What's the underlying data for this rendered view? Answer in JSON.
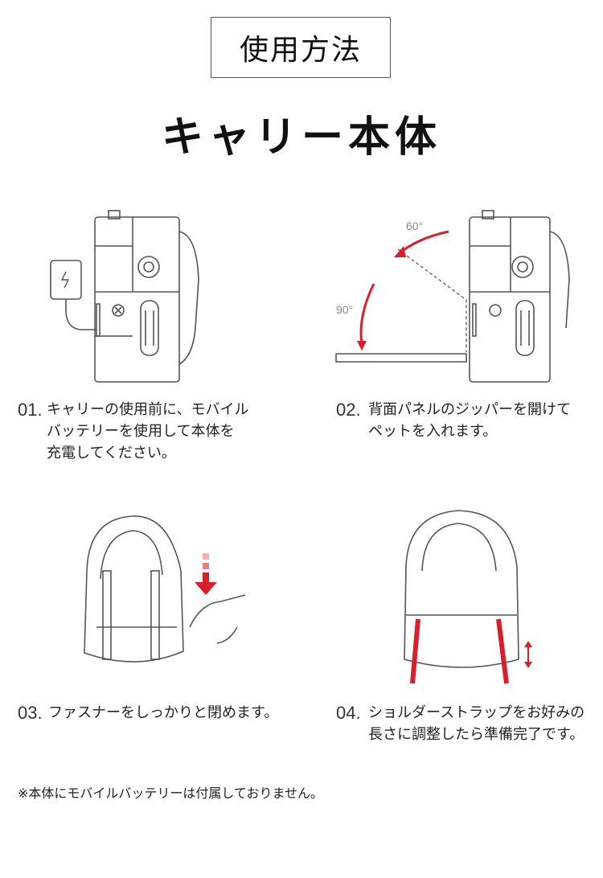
{
  "section_title": "使用方法",
  "heading": "キャリー本体",
  "steps": [
    {
      "num": "01.",
      "lines": [
        "キャリーの使用前に、モバイル",
        "バッテリーを使用して本体を",
        "充電してください。"
      ]
    },
    {
      "num": "02.",
      "lines": [
        "背面パネルのジッパーを開けて",
        "ペットを入れます。"
      ]
    },
    {
      "num": "03.",
      "lines": [
        "ファスナーをしっかりと閉めます。"
      ]
    },
    {
      "num": "04.",
      "lines": [
        "ショルダーストラップをお好みの",
        "長さに調整したら準備完了です。"
      ]
    }
  ],
  "angles": {
    "a60": "60°",
    "a90": "90°"
  },
  "note": "※本体にモバイルバッテリーは付属しておりません。",
  "colors": {
    "accent": "#d8202a",
    "line": "#555555"
  }
}
